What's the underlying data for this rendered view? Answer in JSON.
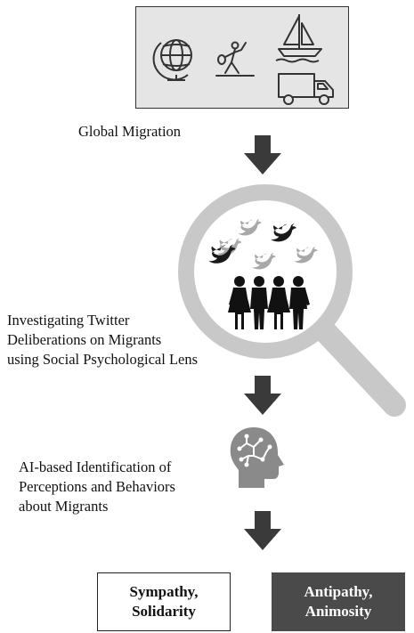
{
  "labels": {
    "global_migration": "Global Migration",
    "twitter_line1": "Investigating Twitter",
    "twitter_line2": "Deliberations on Migrants",
    "twitter_line3": "using Social Psychological Lens",
    "ai_line1": "AI-based Identification of",
    "ai_line2": "Perceptions and Behaviors",
    "ai_line3": "about Migrants"
  },
  "outcomes": {
    "sympathy": "Sympathy,\nSolidarity",
    "antipathy": "Antipathy,\nAnimosity"
  },
  "icons": [
    "globe-icon",
    "migrant-walking-icon",
    "sailboat-icon",
    "truck-icon",
    "magnifier-icon",
    "twitter-bird-icon",
    "people-icon",
    "ai-head-icon",
    "down-arrow-icon"
  ],
  "colors": {
    "panel_bg": "#e5e5e5",
    "arrow": "#3a3a3a",
    "lens_ring": "#c8c8c8",
    "dark_box": "#4a4a4a",
    "bird_dark": "#1a1a1a",
    "bird_light": "#a8a8a8"
  }
}
